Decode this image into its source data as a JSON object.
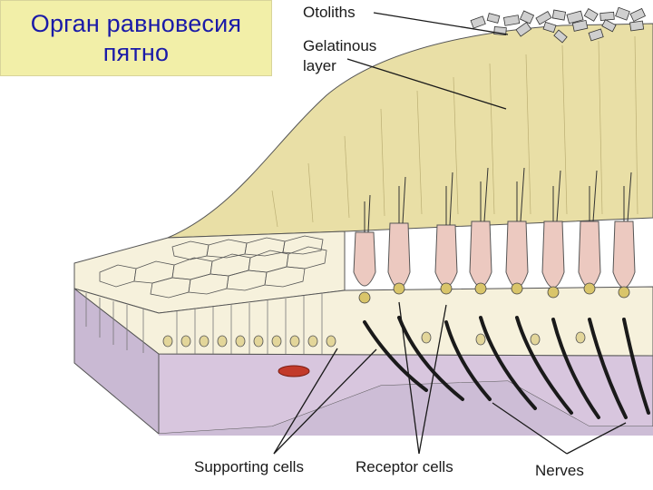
{
  "title": {
    "line1": "Орган равновесия",
    "line2": "пятно"
  },
  "labels": {
    "otoliths": "Otoliths",
    "gelatinous_1": "Gelatinous",
    "gelatinous_2": "layer",
    "supporting_cells": "Supporting cells",
    "receptor_cells": "Receptor cells",
    "nerves": "Nerves"
  },
  "colors": {
    "title_background": "#f2efa8",
    "title_text": "#1a1aa8",
    "gelatinous_layer": "#e9dfa6",
    "epithelium": "#f6f1dc",
    "receptor_cells": "#ecc9c0",
    "connective_tissue_top": "#d8c6de",
    "connective_tissue_side": "#c9b9d3",
    "nerve_fibers": "#1a1a1a",
    "blood_cell": "#c23a2a"
  }
}
